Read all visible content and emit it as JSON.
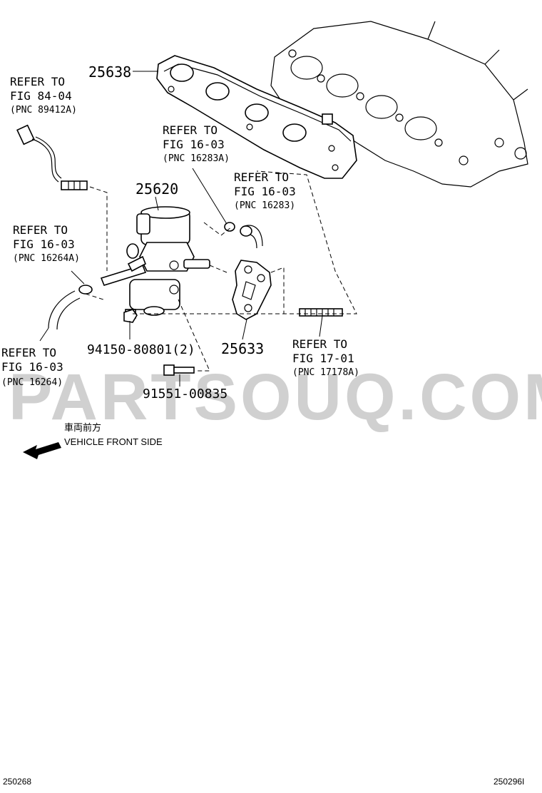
{
  "parts": {
    "p25638": "25638",
    "p25620": "25620",
    "p25633": "25633",
    "p94150": "94150-80801(2)",
    "p91551": "91551-00835"
  },
  "refs": [
    {
      "line1": "REFER TO",
      "line2": "FIG 84-04",
      "pnc": "(PNC 89412A)"
    },
    {
      "line1": "REFER TO",
      "line2": "FIG 16-03",
      "pnc": "(PNC 16283A)"
    },
    {
      "line1": "REFER TO",
      "line2": "FIG 16-03",
      "pnc": "(PNC 16283)"
    },
    {
      "line1": "REFER TO",
      "line2": "FIG 16-03",
      "pnc": "(PNC 16264A)"
    },
    {
      "line1": "REFER TO",
      "line2": "FIG 16-03",
      "pnc": "(PNC 16264)"
    },
    {
      "line1": "REFER TO",
      "line2": "FIG 17-01",
      "pnc": "(PNC 17178A)"
    }
  ],
  "direction": {
    "jp": "車両前方",
    "en": "VEHICLE FRONT SIDE",
    "icon": "arrow-left-icon"
  },
  "watermark": "PARTSOUQ.COM",
  "footer": {
    "left": "250268",
    "right": "250296I"
  }
}
